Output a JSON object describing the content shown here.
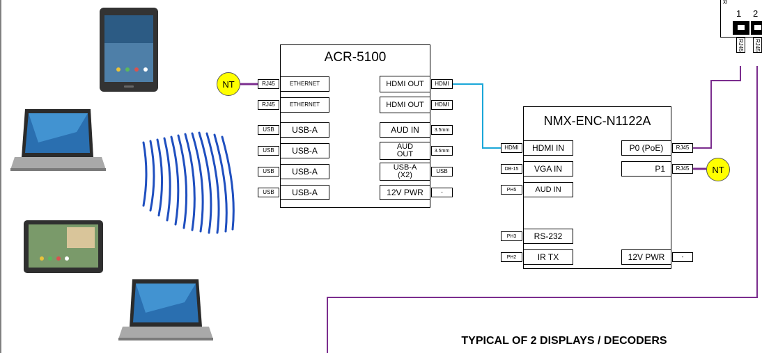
{
  "acr": {
    "title": "ACR-5100",
    "left_ports": [
      {
        "label": "ETHERNET",
        "conn": "RJ45"
      },
      {
        "label": "ETHERNET",
        "conn": "RJ45"
      },
      {
        "label": "USB-A",
        "conn": "USB"
      },
      {
        "label": "USB-A",
        "conn": "USB"
      },
      {
        "label": "USB-A",
        "conn": "USB"
      },
      {
        "label": "USB-A",
        "conn": "USB"
      }
    ],
    "right_ports": [
      {
        "label": "HDMI OUT",
        "conn": "HDMI"
      },
      {
        "label": "HDMI OUT",
        "conn": "HDMI"
      },
      {
        "label": "AUD IN",
        "conn": "3.5mm"
      },
      {
        "label": "AUD OUT",
        "conn": "3.5mm"
      },
      {
        "label": "USB-A (X2)",
        "conn": "USB"
      },
      {
        "label": "12V PWR",
        "conn": "-"
      }
    ]
  },
  "encoder": {
    "title": "NMX-ENC-N1122A",
    "left_ports": [
      {
        "label": "HDMI IN",
        "conn": "HDMI"
      },
      {
        "label": "VGA IN",
        "conn": "DB-15"
      },
      {
        "label": "AUD IN",
        "conn": "PH5"
      },
      {
        "label": "RS-232",
        "conn": "PH3"
      },
      {
        "label": "IR TX",
        "conn": "PH2"
      }
    ],
    "right_ports": [
      {
        "label": "P0 (PoE)",
        "conn": "RJ45"
      },
      {
        "label": "P1",
        "conn": "RJ45"
      },
      {
        "label": "12V PWR",
        "conn": "-"
      }
    ]
  },
  "switch": {
    "port1": "1",
    "port2": "2",
    "conn1": "RJ45",
    "conn2": "RJ45",
    "corner": "R"
  },
  "nt_label": "NT",
  "footer": "TYPICAL OF 2 DISPLAYS / DECODERS",
  "colors": {
    "hdmi_cable": "#1aa7d8",
    "ethernet_cable": "#7b2d8e",
    "nt_fill": "#ffff00",
    "wifi": "#1f4fbf"
  }
}
